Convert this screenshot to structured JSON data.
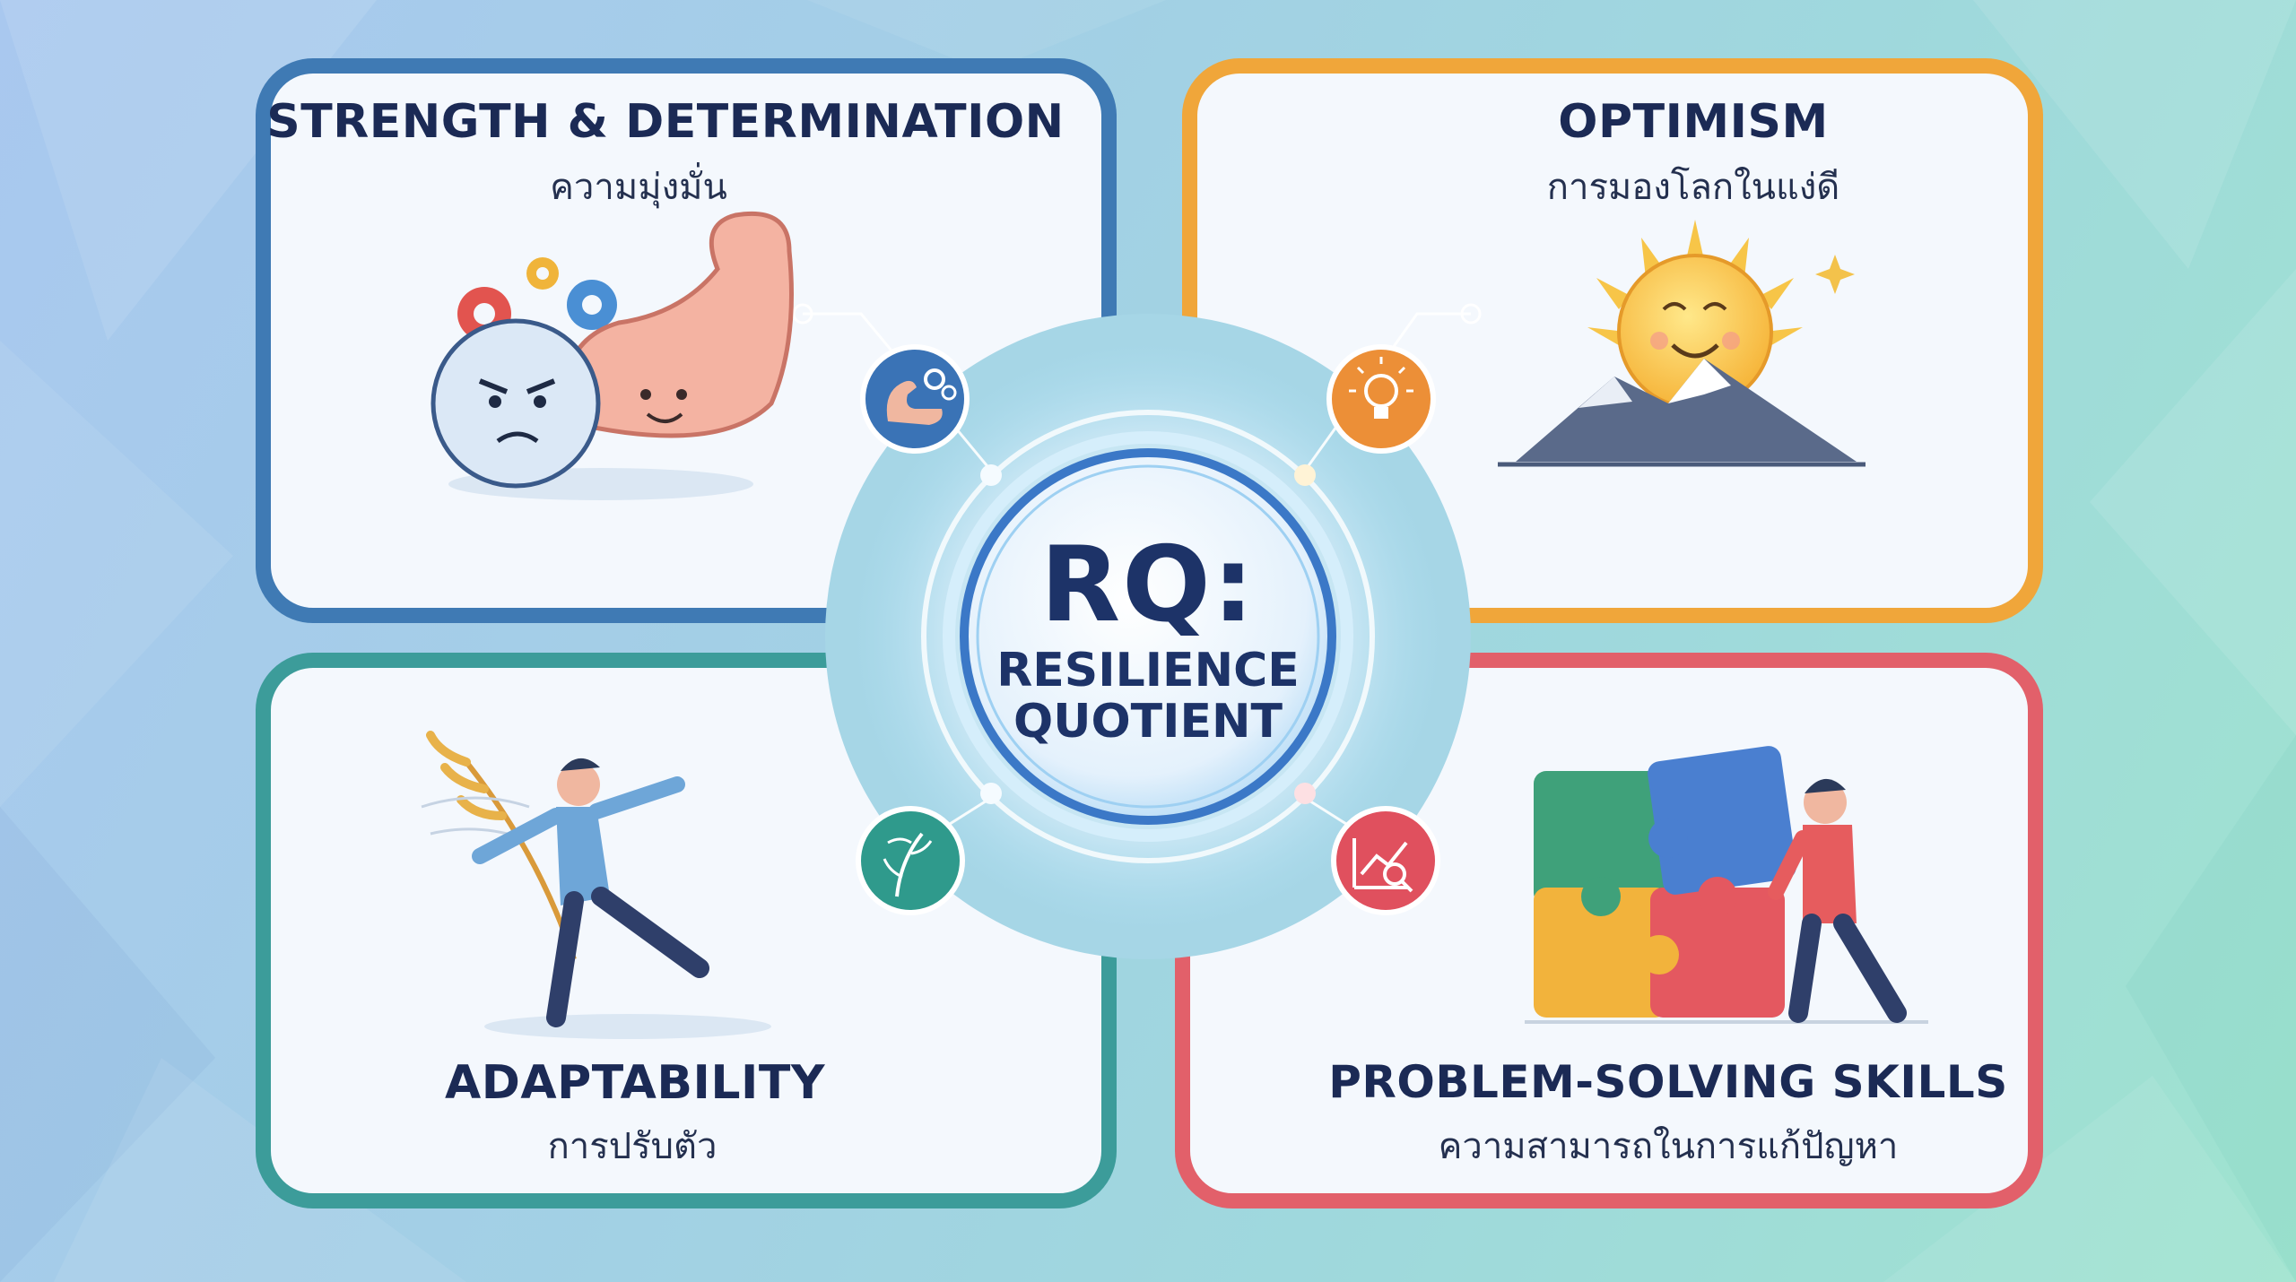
{
  "center": {
    "title": "RQ:",
    "subtitle_line1": "RESILIENCE",
    "subtitle_line2": "QUOTIENT"
  },
  "quadrants": {
    "strength": {
      "title": "STRENGTH & DETERMINATION",
      "subtitle": "ความมุ่งมั่น",
      "color": "#3f7ab4",
      "icon": "flexed-arm-gears-icon"
    },
    "optimism": {
      "title": "OPTIMISM",
      "subtitle": "การมองโลกในแง่ดี",
      "color": "#f0a63a",
      "icon": "lightbulb-icon"
    },
    "adaptability": {
      "title": "ADAPTABILITY",
      "subtitle": "การปรับตัว",
      "color": "#3c9c9a",
      "icon": "bending-plant-icon"
    },
    "problem_solving": {
      "title": "PROBLEM-SOLVING SKILLS",
      "subtitle": "ความสามารถในการแก้ปัญหา",
      "color": "#e2606a",
      "icon": "chart-magnifier-icon"
    }
  }
}
